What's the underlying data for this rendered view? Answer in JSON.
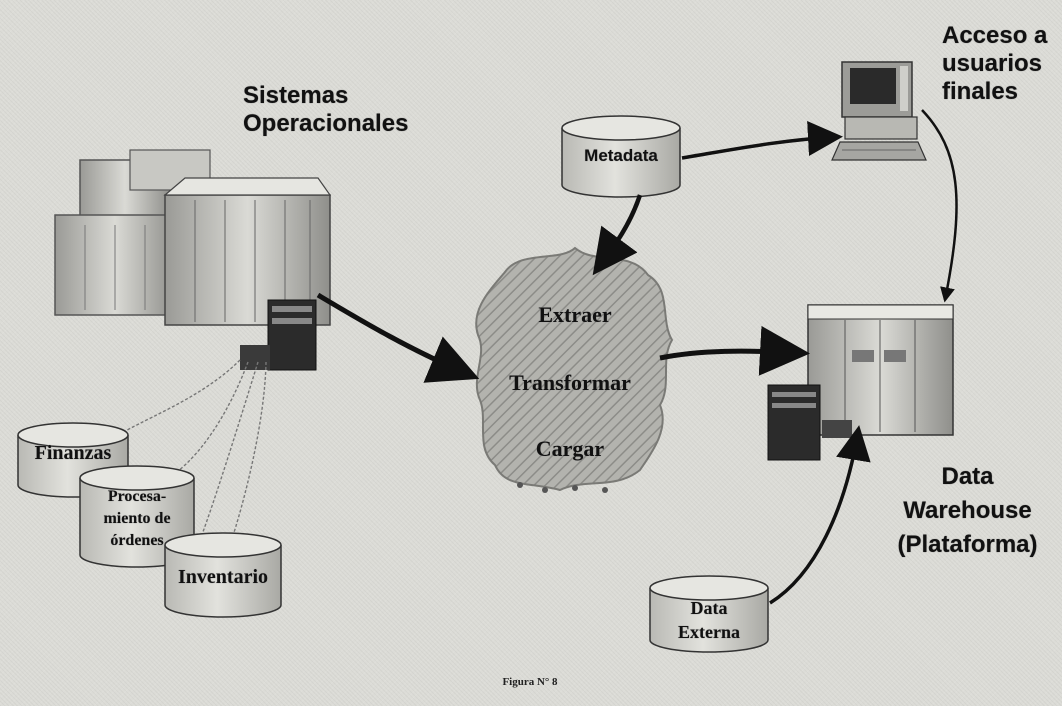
{
  "labels": {
    "operational_systems": [
      "Sistemas",
      "Operacionales"
    ],
    "end_user_access": [
      "Acceso a",
      "usuarios",
      "finales"
    ],
    "data_warehouse": [
      "Data",
      "Warehouse",
      "(Plataforma)"
    ]
  },
  "cylinders": {
    "metadata": "Metadata",
    "finanzas": "Finanzas",
    "procesamiento": [
      "Procesa-",
      "miento de",
      "órdenes"
    ],
    "inventario": "Inventario",
    "data_externa": [
      "Data",
      "Externa"
    ]
  },
  "etl_steps": [
    "Extraer",
    "Transformar",
    "Cargar"
  ],
  "caption": "Figura N° 8",
  "colors": {
    "background": "#dcdcd7",
    "cylinder_fill": "#cfcfca",
    "arrow": "#111111",
    "cloud": "#a9a9a4"
  }
}
